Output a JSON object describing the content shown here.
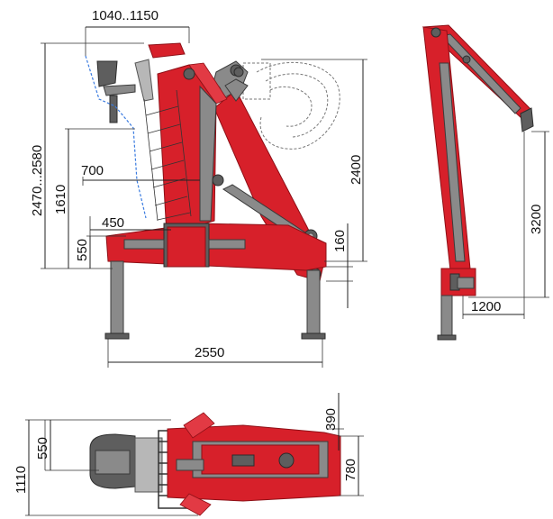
{
  "dimensions": {
    "reach_seat": "1040..1150",
    "height_total": "2470...2580",
    "height_seat_step": "1610",
    "seat_offset": "700",
    "column_offset": "450",
    "base_height": "550",
    "boom_height": "2400",
    "boom_low": "160",
    "leg_span": "2550",
    "side_height": "3200",
    "side_reach": "1200",
    "top_width": "1110",
    "top_seat": "550",
    "top_upper": "390",
    "top_width2": "780"
  },
  "colors": {
    "crane_red": "#d7202a",
    "steel_grey": "#8a8a8a",
    "seat_line": "#3a7be0"
  }
}
